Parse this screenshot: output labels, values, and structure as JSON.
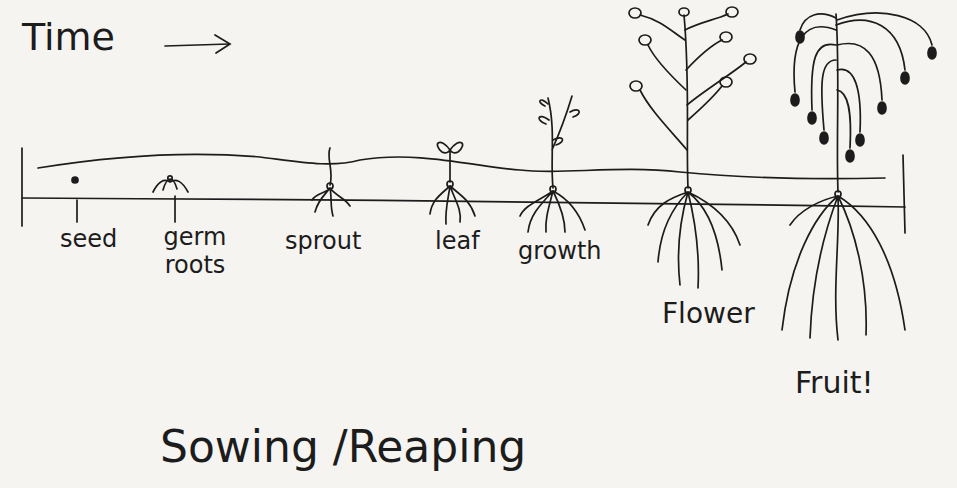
{
  "diagram": {
    "title": "Sowing /Reaping",
    "labels": [
      "Time",
      "seed",
      "germ roots",
      "sprout",
      "leaf",
      "growth",
      "Flower",
      "Fruit!"
    ]
  }
}
